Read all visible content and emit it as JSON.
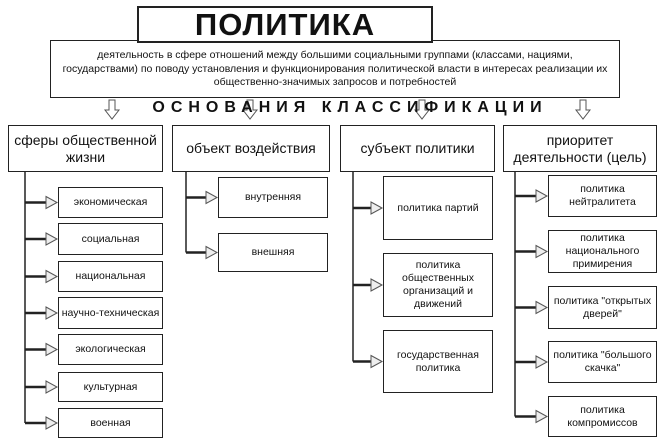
{
  "title": "ПОЛИТИКА",
  "definition": "деятельность в сфере отношений между большими социальными группами (классами, нациями, государствами) по поводу установления и функционирования политической власти в интересах реализации их общественно-значимых запросов и потребностей",
  "basis_label": "ОСНОВАНИЯ КЛАССИФИКАЦИИ",
  "columns": [
    {
      "header": "сферы общественной жизни",
      "items": [
        "экономическая",
        "социальная",
        "национальная",
        "научно-техническая",
        "экологическая",
        "культурная",
        "военная"
      ]
    },
    {
      "header": "объект воздействия",
      "items": [
        "внутренняя",
        "внешняя"
      ]
    },
    {
      "header": "субъект политики",
      "items": [
        "политика партий",
        "политика общественных организаций и движений",
        "государственная политика"
      ]
    },
    {
      "header": "приоритет деятельности (цель)",
      "items": [
        "политика нейтралитета",
        "политика национального примирения",
        "политика \"открытых дверей\"",
        "политика \"большого скачка\"",
        "политика компромиссов"
      ]
    }
  ]
}
